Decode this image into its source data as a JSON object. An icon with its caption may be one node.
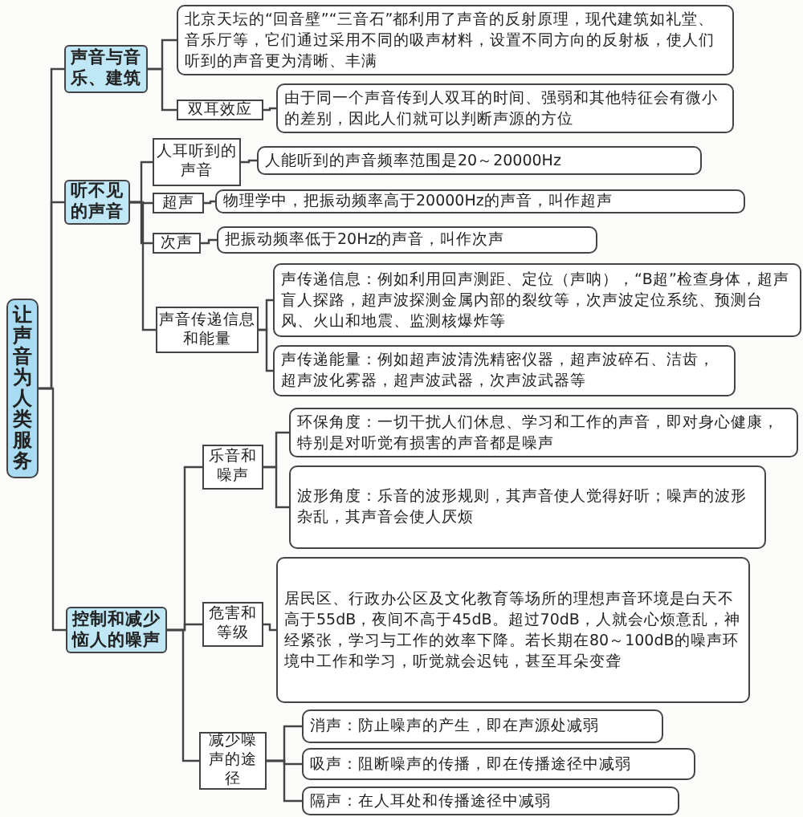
{
  "diagram": {
    "nodes": [
      {
        "text": [
          "让声音为人类服务"
        ]
      },
      {
        "text": [
          "声音与音乐、建筑"
        ]
      },
      {
        "text": [
          "北京天坛的“回音壁”“三音石”都利用了声音的反射原理，现代建筑如礼堂、音乐厅等，它们通过采用不同的吸声材料，设置不同方向的反射板，使人们听到的声音更为清晰、丰满"
        ]
      },
      {
        "text": [
          "双耳效应"
        ]
      },
      {
        "text": [
          "由于同一个声音传到人双耳的时间、强弱和其他特征会有微小的差别，因此人们就可以判断声源的方位"
        ]
      },
      {
        "text": [
          "听不见的声音"
        ]
      },
      {
        "text": [
          "人耳听到的声音"
        ]
      },
      {
        "text": [
          "人能听到的声音频率范围是20～20000Hz"
        ]
      },
      {
        "text": [
          "超声"
        ]
      },
      {
        "text": [
          "物理学中，把振动频率高于20000Hz的声音，叫作超声"
        ]
      },
      {
        "text": [
          "次声"
        ]
      },
      {
        "text": [
          "把振动频率低于20Hz的声音，叫作次声"
        ]
      },
      {
        "text": [
          "声音传递信息和能量"
        ]
      },
      {
        "text": [
          "声传递信息：例如利用回声测距、定位（声呐），“B超”检查身体，超声盲人探路，超声波探测金属内部的裂纹等，次声波定位系统、预测台风、火山和地震、监测核爆炸等"
        ]
      },
      {
        "text": [
          "声传递能量：例如超声波清洗精密仪器，超声波碎石、洁齿，超声波化雾器，超声波武器，次声波武器等"
        ]
      },
      {
        "text": [
          "控制和减少恼人的噪声"
        ]
      },
      {
        "text": [
          "乐音和噪声"
        ]
      },
      {
        "text": [
          "环保角度：一切干扰人们休息、学习和工作的声音，即对身心健康，特别是对听觉有损害的声音都是噪声"
        ]
      },
      {
        "text": [
          "波形角度：乐音的波形规则，其声音使人觉得好听；噪声的波形杂乱，其声音会使人厌烦"
        ]
      },
      {
        "text": [
          "危害和等级"
        ]
      },
      {
        "text": [
          "居民区、行政办公区及文化教育等场所的理想声音环境是白天不高于55dB，夜间不高于45dB。超过70dB，人就会心烦意乱，神经紧张，学习与工作的效率下降。若长期在80～100dB的噪声环境中工作和学习，听觉就会迟钝，甚至耳朵变聋"
        ]
      },
      {
        "text": [
          "减少噪声的途径"
        ]
      },
      {
        "text": [
          "消声：防止噪声的产生，即在声源处减弱"
        ]
      },
      {
        "text": [
          "吸声：阻断噪声的传播，即在传播途径中减弱"
        ]
      },
      {
        "text": [
          "隔声：在人耳处和传播途径中减弱"
        ]
      }
    ],
    "edges": [
      {
        "from": 0,
        "to": 1,
        "arrow": "none"
      },
      {
        "from": 0,
        "to": 5,
        "arrow": "none"
      },
      {
        "from": 0,
        "to": 15,
        "arrow": "none"
      },
      {
        "from": 1,
        "to": 2,
        "arrow": "none"
      },
      {
        "from": 1,
        "to": 3,
        "arrow": "none"
      },
      {
        "from": 3,
        "to": 4,
        "arrow": "none"
      },
      {
        "from": 5,
        "to": 6,
        "arrow": "none"
      },
      {
        "from": 5,
        "to": 8,
        "arrow": "none"
      },
      {
        "from": 5,
        "to": 10,
        "arrow": "none"
      },
      {
        "from": 5,
        "to": 12,
        "arrow": "none"
      },
      {
        "from": 6,
        "to": 7,
        "arrow": "none"
      },
      {
        "from": 8,
        "to": 9,
        "arrow": "none"
      },
      {
        "from": 10,
        "to": 11,
        "arrow": "none"
      },
      {
        "from": 12,
        "to": 13,
        "arrow": "none"
      },
      {
        "from": 12,
        "to": 14,
        "arrow": "none"
      },
      {
        "from": 15,
        "to": 16,
        "arrow": "none"
      },
      {
        "from": 15,
        "to": 19,
        "arrow": "none"
      },
      {
        "from": 15,
        "to": 21,
        "arrow": "none"
      },
      {
        "from": 16,
        "to": 17,
        "arrow": "none"
      },
      {
        "from": 16,
        "to": 18,
        "arrow": "none"
      },
      {
        "from": 19,
        "to": 20,
        "arrow": "none"
      },
      {
        "from": 21,
        "to": 22,
        "arrow": "none"
      },
      {
        "from": 21,
        "to": 23,
        "arrow": "none"
      },
      {
        "from": 21,
        "to": 24,
        "arrow": "none"
      }
    ]
  }
}
